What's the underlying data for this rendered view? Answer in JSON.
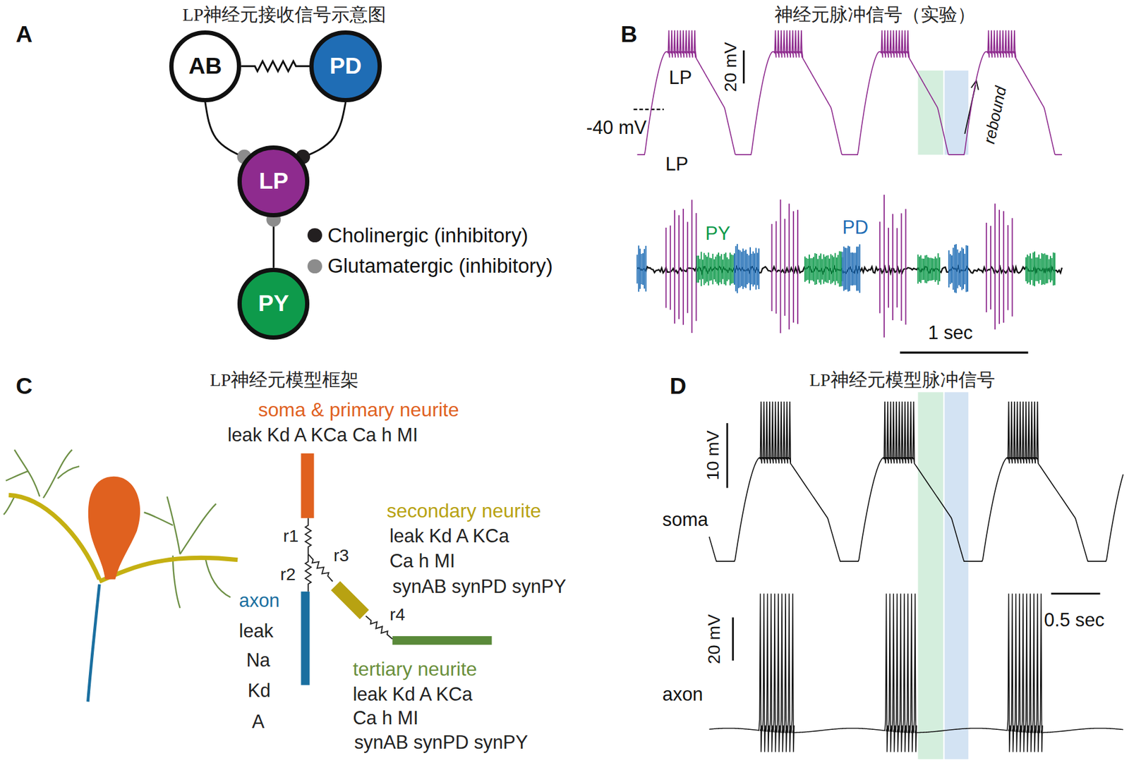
{
  "diagram": {
    "nodes": [
      {
        "text": [
          "AB"
        ]
      },
      {
        "text": [
          "PD"
        ]
      },
      {
        "text": [
          "LP"
        ]
      },
      {
        "text": [
          "PY"
        ]
      }
    ],
    "edges": [
      {
        "from": 0,
        "to": 1,
        "arrow": "none"
      },
      {
        "from": 0,
        "to": 2,
        "arrow": "to"
      },
      {
        "from": 1,
        "to": 2,
        "arrow": "to"
      },
      {
        "from": 3,
        "to": 2,
        "arrow": "to"
      }
    ],
    "labels": [
      "A",
      "LP神经元接收信号示意图",
      "B",
      "神经元脉冲信号（实验）",
      "LP",
      "20 mV",
      "-40 mV",
      "rebound",
      "LP",
      "PY",
      "PD",
      "1 sec",
      "C",
      "LP神经元模型框架",
      "soma & primary neurite",
      "leak Kd A KCa Ca h MI",
      "r1",
      "r2",
      "r3",
      "r4",
      "secondary neurite",
      "leak Kd A KCa",
      "Ca h MI",
      "synAB synPD synPY",
      "axon",
      "leak",
      "Na",
      "Kd",
      "A",
      "tertiary neurite",
      "leak Kd A KCa",
      "Ca h MI",
      "synAB synPD synPY",
      "D",
      "LP神经元模型脉冲信号",
      "10 mV",
      "soma",
      "20 mV",
      "axon",
      "0.5 sec"
    ],
    "legend": [
      {
        "text": "Cholinergic (inhibitory)",
        "color": "#231f20"
      },
      {
        "text": "Glutamatergic (inhibitory)",
        "color": "#8c8c8c"
      }
    ]
  }
}
